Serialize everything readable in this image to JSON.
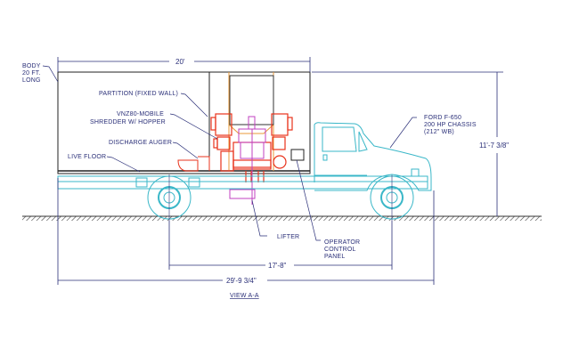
{
  "labels": {
    "body": [
      "BODY",
      "20 FT.",
      "LONG"
    ],
    "partition": "PARTITION (FIXED WALL)",
    "shredder": [
      "VNZ80-MOBILE",
      "SHREDDER W/ HOPPER"
    ],
    "auger": "DISCHARGE AUGER",
    "live_floor": "LIVE FLOOR",
    "chassis": [
      "FORD F-650",
      "200 HP CHASSIS",
      "(212\" WB)"
    ],
    "lifter": "LIFTER",
    "panel": [
      "OPERATOR",
      "CONTROL",
      "PANEL"
    ],
    "view": "VIEW A-A"
  },
  "dimensions": {
    "body_length": "20'",
    "height": "11'-7 3/8\"",
    "wheelbase": "17'-8\"",
    "overall_length": "29'-9 3/4\""
  },
  "colors": {
    "line": "#2a2f78",
    "truck": "#3ab7c8",
    "machine": "#e8331c",
    "hopper": "#e89a3a",
    "lifter": "#c040c0"
  }
}
